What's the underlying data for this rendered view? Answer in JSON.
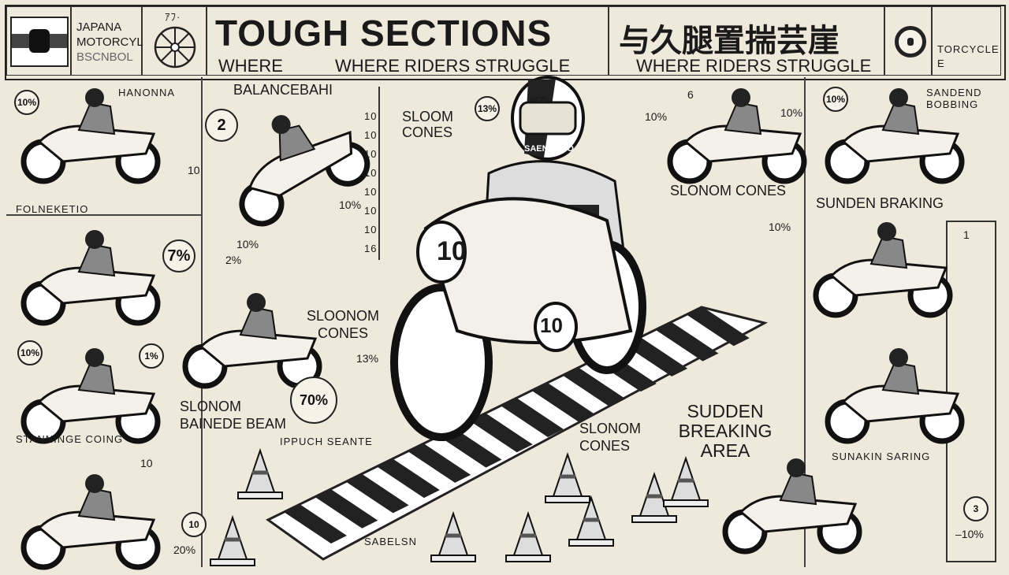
{
  "header": {
    "school_lines": [
      "JAPANA",
      "MOTORCYL",
      "BSCNBOL"
    ],
    "small_mark": "ｱﾌ·",
    "title": "TOUGH SECTIONS",
    "subtitle_left": "WHERE",
    "subtitle_main": "WHERE RIDERS STRUGGLE",
    "japanese_title": "与久腿置揣芸崖",
    "subtitle_right": "WHERE RIDERS STRUGGLE",
    "corner_text": [
      "TORCYCLE",
      "E"
    ]
  },
  "labels": {
    "hanonna": "HANONNA",
    "balance": "BALANCEBAHI",
    "sloom_cones": "SLOOM CONES",
    "sloom_cones2": "SLOONOM CONES",
    "slonom_cones": "SLONOM CONES",
    "sudden_braking": "SUNDEN BRAKING",
    "sanding": "SANDEND BOBBING",
    "folner": "FOLNEKETIO",
    "slonom_beam": "SLONOM BAINEDE BEAM",
    "starting": "STANNINGE COING",
    "ippuch": "IPPUCH SEANTE",
    "sudden_area": "SUDDEN BREAKING AREA",
    "slonom_cones3": "SLONOM CONES",
    "slaking": "SUNAKIN SARING",
    "bottom": "SABELSN",
    "rider_bib": "SAENUNCO",
    "helmet": "RCD"
  },
  "percentages": [
    "10%",
    "10",
    "2",
    "13%",
    "10%",
    "7%",
    "10%",
    "2%",
    "10%",
    "1%",
    "13%",
    "70%",
    "10",
    "20%",
    "10",
    "6",
    "10%",
    "10%",
    "10%",
    "1",
    "10%",
    "3",
    "–10%"
  ],
  "bike_numbers": [
    "10",
    "10"
  ],
  "axis_ticks": [
    "10",
    "10",
    "10",
    "10",
    "10",
    "10",
    "10",
    "16"
  ]
}
